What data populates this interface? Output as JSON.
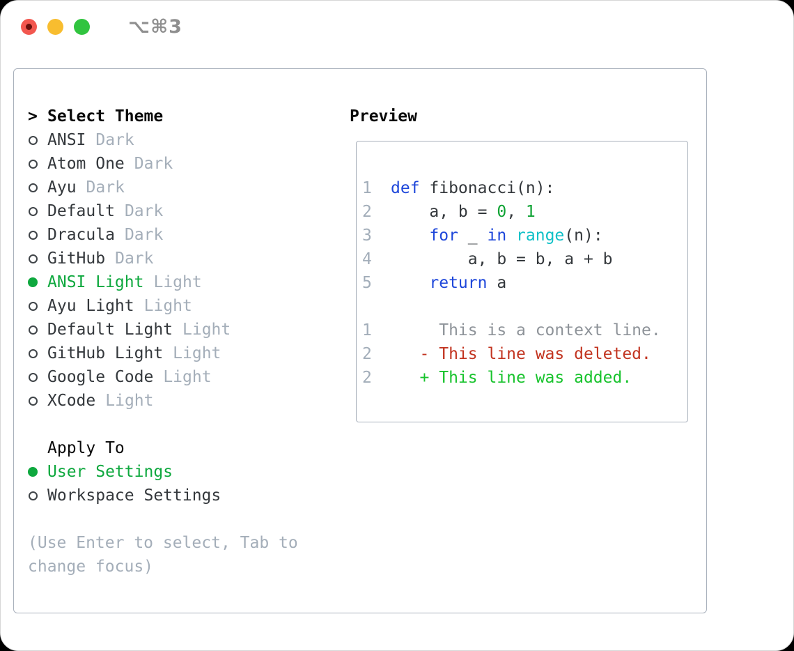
{
  "titlebar": {
    "shortcut": "⌥⌘3"
  },
  "theme_selector": {
    "header_prefix": ">",
    "header": "Select Theme",
    "items": [
      {
        "name": "ANSI",
        "variant": "Dark",
        "selected": false
      },
      {
        "name": "Atom One",
        "variant": "Dark",
        "selected": false
      },
      {
        "name": "Ayu",
        "variant": "Dark",
        "selected": false
      },
      {
        "name": "Default",
        "variant": "Dark",
        "selected": false
      },
      {
        "name": "Dracula",
        "variant": "Dark",
        "selected": false
      },
      {
        "name": "GitHub",
        "variant": "Dark",
        "selected": false
      },
      {
        "name": "ANSI Light",
        "variant": "Light",
        "selected": true
      },
      {
        "name": "Ayu Light",
        "variant": "Light",
        "selected": false
      },
      {
        "name": "Default Light",
        "variant": "Light",
        "selected": false
      },
      {
        "name": "GitHub Light",
        "variant": "Light",
        "selected": false
      },
      {
        "name": "Google Code",
        "variant": "Light",
        "selected": false
      },
      {
        "name": "XCode",
        "variant": "Light",
        "selected": false
      }
    ]
  },
  "apply_to": {
    "header": "Apply To",
    "options": [
      {
        "label": "User Settings",
        "selected": true
      },
      {
        "label": "Workspace Settings",
        "selected": false
      }
    ]
  },
  "hint": "(Use Enter to select, Tab to change focus)",
  "preview": {
    "header": "Preview",
    "lines": [
      {
        "num": "1",
        "tokens": [
          {
            "text": "def",
            "type": "keyword"
          },
          {
            "text": " fibonacci(n):",
            "type": "plain"
          }
        ]
      },
      {
        "num": "2",
        "tokens": [
          {
            "text": "    a, b = ",
            "type": "plain"
          },
          {
            "text": "0",
            "type": "number"
          },
          {
            "text": ", ",
            "type": "plain"
          },
          {
            "text": "1",
            "type": "number"
          }
        ]
      },
      {
        "num": "3",
        "tokens": [
          {
            "text": "    ",
            "type": "plain"
          },
          {
            "text": "for",
            "type": "keyword"
          },
          {
            "text": " _ ",
            "type": "plain"
          },
          {
            "text": "in",
            "type": "keyword"
          },
          {
            "text": " ",
            "type": "plain"
          },
          {
            "text": "range",
            "type": "builtin"
          },
          {
            "text": "(n):",
            "type": "plain"
          }
        ]
      },
      {
        "num": "4",
        "tokens": [
          {
            "text": "        a, b = b, a + b",
            "type": "plain"
          }
        ]
      },
      {
        "num": "5",
        "tokens": [
          {
            "text": "    ",
            "type": "plain"
          },
          {
            "text": "return",
            "type": "keyword"
          },
          {
            "text": " a",
            "type": "plain"
          }
        ]
      },
      {
        "num": "",
        "tokens": []
      },
      {
        "num": "1",
        "tokens": [
          {
            "text": "     This is a context line.",
            "type": "context"
          }
        ]
      },
      {
        "num": "2",
        "tokens": [
          {
            "text": "   - This line was deleted.",
            "type": "deleted"
          }
        ]
      },
      {
        "num": "2",
        "tokens": [
          {
            "text": "   + This line was added.",
            "type": "added"
          }
        ]
      }
    ]
  },
  "colors": {
    "heading": "#0a0a0a",
    "text": "#34383c",
    "dim": "#a4aeb9",
    "accent_green": "#0ea83e",
    "keyword": "#1d46da",
    "builtin": "#0fc0c7",
    "number_lit": "#0fa334",
    "context": "#8e9399",
    "deleted": "#c23420",
    "added": "#18c32d",
    "lineno": "#a2adb9",
    "border": "#a9b1bc",
    "titlebar_text": "#8f8f8f",
    "light_red": "#f2574f",
    "light_red_dot": "#69100d",
    "light_yellow": "#f8bd2f",
    "light_green": "#31c43f"
  }
}
